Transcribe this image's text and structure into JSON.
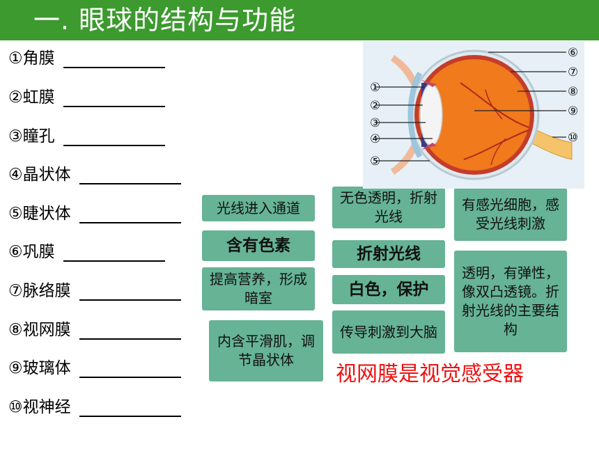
{
  "title": "一. 眼球的结构与功能",
  "structures": [
    {
      "label": "①角膜"
    },
    {
      "label": "②虹膜"
    },
    {
      "label": "③瞳孔"
    },
    {
      "label": "④晶状体"
    },
    {
      "label": "⑤睫状体"
    },
    {
      "label": "⑥巩膜"
    },
    {
      "label": "⑦脉络膜"
    },
    {
      "label": "⑧视网膜"
    },
    {
      "label": "⑨玻璃体"
    },
    {
      "label": "⑩视神经"
    }
  ],
  "cards": [
    {
      "text": "光线进入通道"
    },
    {
      "text": "含有色素"
    },
    {
      "text": "提高营养，形成暗室"
    },
    {
      "text": "内含平滑肌，调节晶状体"
    },
    {
      "text": "无色透明，折射光线"
    },
    {
      "text": "折射光线"
    },
    {
      "text": "白色，保护"
    },
    {
      "text": "传导刺激到大脑"
    },
    {
      "text": "有感光细胞，感受光线刺激"
    },
    {
      "text": "透明，有弹性，像双凸透镜。折射光线的主要结构"
    }
  ],
  "note": "视网膜是视觉感受器",
  "diagram_labels": [
    "①",
    "②",
    "③",
    "④",
    "⑤",
    "⑥",
    "⑦",
    "⑧",
    "⑨",
    "⑩"
  ],
  "colors": {
    "title_bar": "#3c9a2e",
    "card": "#66b395",
    "note": "#ee1111"
  }
}
